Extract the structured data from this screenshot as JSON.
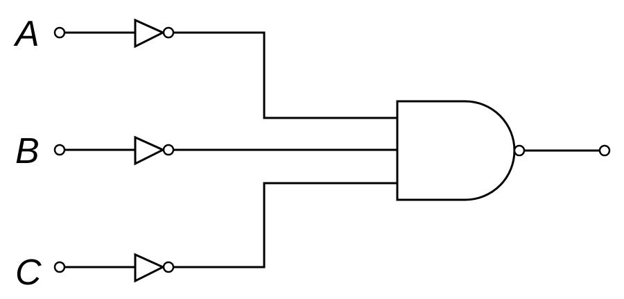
{
  "inputs": {
    "a": {
      "label": "A"
    },
    "b": {
      "label": "B"
    },
    "c": {
      "label": "C"
    }
  },
  "colors": {
    "stroke": "#000000",
    "background": "#ffffff"
  }
}
